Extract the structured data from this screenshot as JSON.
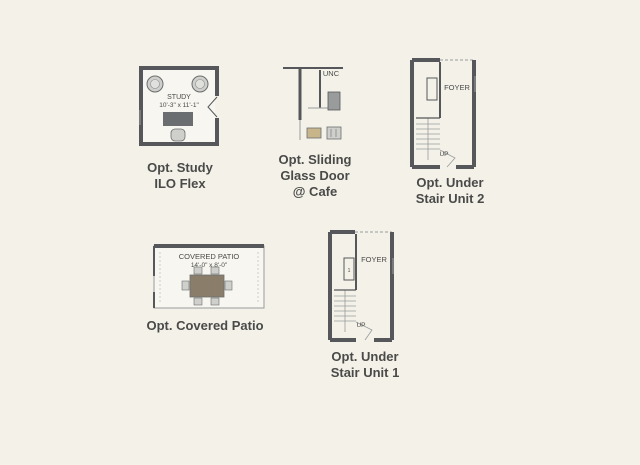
{
  "plans": {
    "study": {
      "room_label": "STUDY",
      "dimensions": "10'-3\" x 11'-1\"",
      "caption": [
        "Opt. Study",
        "ILO Flex"
      ]
    },
    "sliding_door": {
      "room_label": "UNC",
      "caption": [
        "Opt. Sliding",
        "Glass Door",
        "@ Cafe"
      ]
    },
    "under_stair_2": {
      "room_label": "FOYER",
      "stair_label": "UP",
      "caption": [
        "Opt. Under",
        "Stair Unit 2"
      ]
    },
    "covered_patio": {
      "room_label": "COVERED PATIO",
      "dimensions": "14'-0\" x 8'-0\"",
      "caption": [
        "Opt. Covered Patio"
      ]
    },
    "under_stair_1": {
      "room_label": "FOYER",
      "stair_label": "UP",
      "caption": [
        "Opt. Under",
        "Stair Unit 1"
      ]
    }
  },
  "colors": {
    "background": "#f3f1e8",
    "wall": "#55575a",
    "furniture_dark": "#6b6e70",
    "furniture_light": "#cfd0cc",
    "accent_wood": "#c9b58a"
  }
}
